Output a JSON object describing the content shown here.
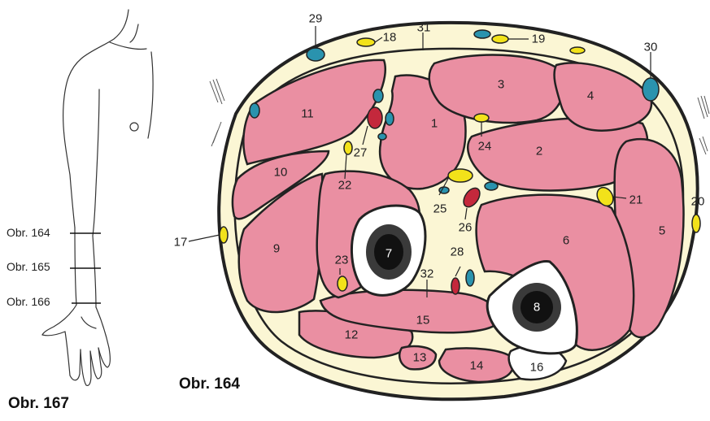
{
  "captions": {
    "arm_figure": "Obr. 167",
    "section_figure": "Obr. 164"
  },
  "levels": [
    {
      "label": "Obr. 164"
    },
    {
      "label": "Obr. 165"
    },
    {
      "label": "Obr. 166"
    }
  ],
  "labels": [
    "1",
    "2",
    "3",
    "4",
    "5",
    "6",
    "7",
    "8",
    "9",
    "10",
    "11",
    "12",
    "13",
    "14",
    "15",
    "16",
    "17",
    "18",
    "19",
    "20",
    "21",
    "22",
    "23",
    "24",
    "25",
    "26",
    "27",
    "28",
    "29",
    "30",
    "31",
    "32"
  ],
  "colors": {
    "muscle": "#ea8fa2",
    "fascia": "#fbf6d4",
    "skin_outline": "#222222",
    "nerve": "#f2e21a",
    "vein": "#2a93ae",
    "artery": "#c4283c",
    "bone_cortex": "#ffffff",
    "bone_marrow": "#1f1f1f"
  }
}
